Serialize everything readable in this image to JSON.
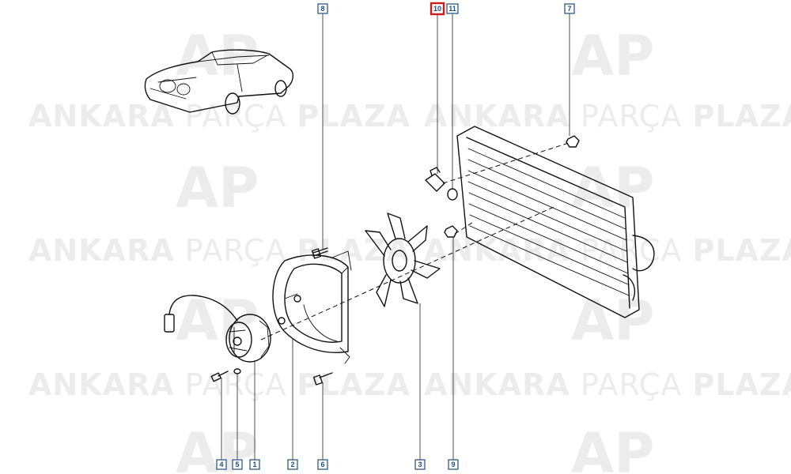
{
  "watermark": {
    "brand_word_1": "ANKARA",
    "brand_word_2": "PARÇA",
    "brand_word_3": "PLAZA",
    "logo_letters": "AP",
    "color": "#000000"
  },
  "callouts": [
    {
      "id": "1",
      "highlighted": false
    },
    {
      "id": "2",
      "highlighted": false
    },
    {
      "id": "3",
      "highlighted": false
    },
    {
      "id": "4",
      "highlighted": false
    },
    {
      "id": "5",
      "highlighted": false
    },
    {
      "id": "6",
      "highlighted": false
    },
    {
      "id": "7",
      "highlighted": false
    },
    {
      "id": "8",
      "highlighted": false
    },
    {
      "id": "9",
      "highlighted": false
    },
    {
      "id": "10",
      "highlighted": true
    },
    {
      "id": "11",
      "highlighted": false
    }
  ],
  "colors": {
    "callout_border": "#1f4e7a",
    "highlight_border": "#d11a1a",
    "line_art": "#111111"
  }
}
